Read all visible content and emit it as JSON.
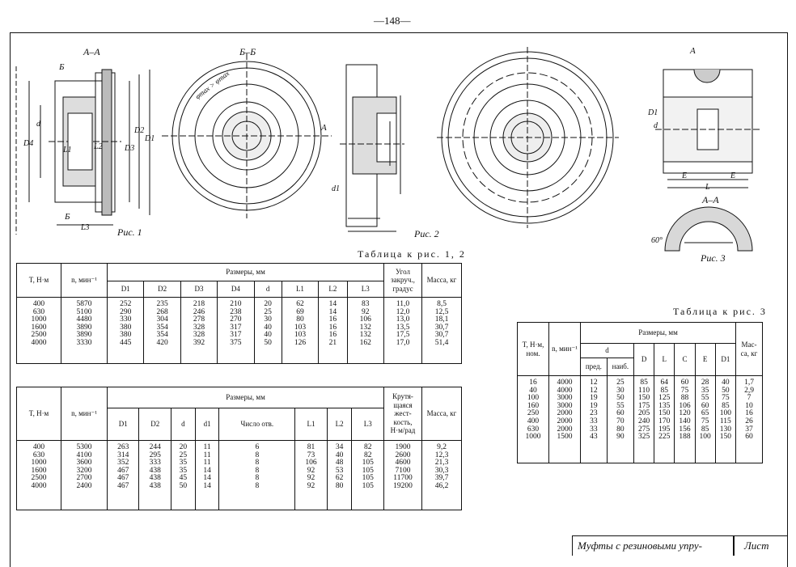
{
  "page_number": "—148—",
  "drawings": {
    "sec_aa": "А–А",
    "sec_bb": "Б–Б",
    "b_mark": "Б",
    "a_mark": "А",
    "fig1": "Рис. 1",
    "fig2": "Рис. 2",
    "fig3": "Рис. 3",
    "angle": "60°",
    "phi": "φmax > φmax",
    "dims": [
      "D4",
      "d",
      "L1",
      "L2",
      "L3",
      "D3",
      "D2",
      "D1",
      "d1",
      "E",
      "E",
      "L",
      "D1",
      "d"
    ]
  },
  "table1": {
    "caption": "Таблица к рис. 1, 2",
    "h_t": "T, Н·м",
    "h_n": "n, мин⁻¹",
    "h_sizes": "Размеры, мм",
    "h_cols": [
      "D1",
      "D2",
      "D3",
      "D4",
      "d",
      "L1",
      "L2",
      "L3"
    ],
    "h_angle": "Угол закруч., градус",
    "h_mass": "Масса, кг",
    "cols": {
      "t": "400\n630\n1000\n1600\n2500\n4000",
      "n": "5870\n5100\n4480\n3890\n3890\n3330",
      "D1": "252\n290\n330\n380\n380\n445",
      "D2": "235\n268\n304\n354\n354\n420",
      "D3": "218\n246\n278\n328\n328\n392",
      "D4": "210\n238\n270\n317\n317\n375",
      "d": "20\n25\n30\n40\n40\n50",
      "L1": "62\n69\n80\n103\n103\n126",
      "L2": "14\n14\n16\n16\n16\n21",
      "L3": "83\n92\n106\n132\n132\n162",
      "angle": "11,0\n12,0\n13,0\n13,5\n17,5\n17,0",
      "mass": "8,5\n12,5\n18,1\n30,7\n30,7\n51,4"
    }
  },
  "table2": {
    "h_t": "T, Н·м",
    "h_n": "n, мин⁻¹",
    "h_sizes": "Размеры, мм",
    "h_cols": [
      "D1",
      "D2",
      "d",
      "d1",
      "Число отв.",
      "L1",
      "L2",
      "L3"
    ],
    "h_stiff": "Крутя-щаяся жест-кость, Н·м/рад",
    "h_mass": "Масса, кг",
    "cols": {
      "t": "400\n630\n1000\n1600\n2500\n4000",
      "n": "5300\n4100\n3600\n3200\n2700\n2400",
      "D1": "263\n314\n352\n467\n467\n467",
      "D2": "244\n295\n333\n438\n438\n438",
      "d": "20\n25\n35\n35\n45\n50",
      "d1": "11\n11\n11\n14\n14\n14",
      "holes": "6\n8\n8\n8\n8\n8",
      "L1": "81\n73\n106\n92\n92\n92",
      "L2": "34\n40\n48\n53\n62\n80",
      "L3": "82\n82\n105\n105\n105\n105",
      "stiff": "1900\n2600\n4600\n7100\n11700\n19200",
      "mass": "9,2\n12,3\n21,3\n30,3\n39,7\n46,2"
    }
  },
  "table3": {
    "caption": "Таблица к рис. 3",
    "h_t": "T, Н·м, ном.",
    "h_n": "n, мин⁻¹",
    "h_sizes": "Размеры, мм",
    "h_d": "d",
    "h_pred": "пред.",
    "h_naib": "наиб.",
    "h_cols": [
      "D",
      "L",
      "C",
      "E",
      "D1"
    ],
    "h_mass": "Мас-са, кг",
    "cols": {
      "t": "16\n40\n100\n160\n250\n400\n630\n1000",
      "n": "4000\n4000\n3000\n3000\n2000\n2000\n2000\n1500",
      "pred": "12\n12\n19\n19\n23\n33\n33\n43",
      "naib": "25\n30\n50\n55\n60\n70\n80\n90",
      "D": "85\n110\n150\n175\n205\n240\n275\n325",
      "L": "64\n85\n125\n135\n150\n170\n195\n225",
      "C": "60\n75\n88\n106\n120\n140\n156\n188",
      "E": "28\n35\n55\n60\n65\n75\n85\n100",
      "D1": "40\n50\n75\n85\n100\n115\n130\n150",
      "mass": "1,7\n2,9\n7\n10\n16\n26\n37\n60"
    }
  },
  "stamp": {
    "title": "Муфты с резиновыми упру-",
    "sheet": "Лист"
  }
}
